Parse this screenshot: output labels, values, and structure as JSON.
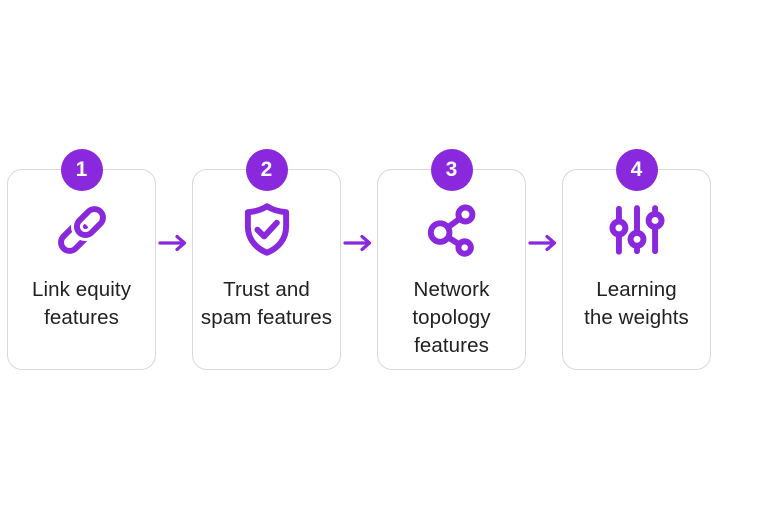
{
  "colors": {
    "accent": "#8928dc",
    "border": "#d9d9d9",
    "text": "#212121",
    "badge_text": "#ffffff",
    "background": "#ffffff"
  },
  "steps": [
    {
      "number": "1",
      "label": "Link equity features",
      "lines": [
        "Link equity",
        "features"
      ],
      "icon": "link-icon"
    },
    {
      "number": "2",
      "label": "Trust and spam features",
      "lines": [
        "Trust and",
        "spam features"
      ],
      "icon": "shield-check-icon"
    },
    {
      "number": "3",
      "label": "Network topology features",
      "lines": [
        "Network",
        "topology",
        "features"
      ],
      "icon": "network-topology-icon"
    },
    {
      "number": "4",
      "label": "Learning the weights",
      "lines": [
        "Learning",
        "the weights"
      ],
      "icon": "sliders-icon"
    }
  ],
  "connectors": [
    {
      "icon": "arrow-right-icon"
    },
    {
      "icon": "arrow-right-icon"
    },
    {
      "icon": "arrow-right-icon"
    }
  ]
}
